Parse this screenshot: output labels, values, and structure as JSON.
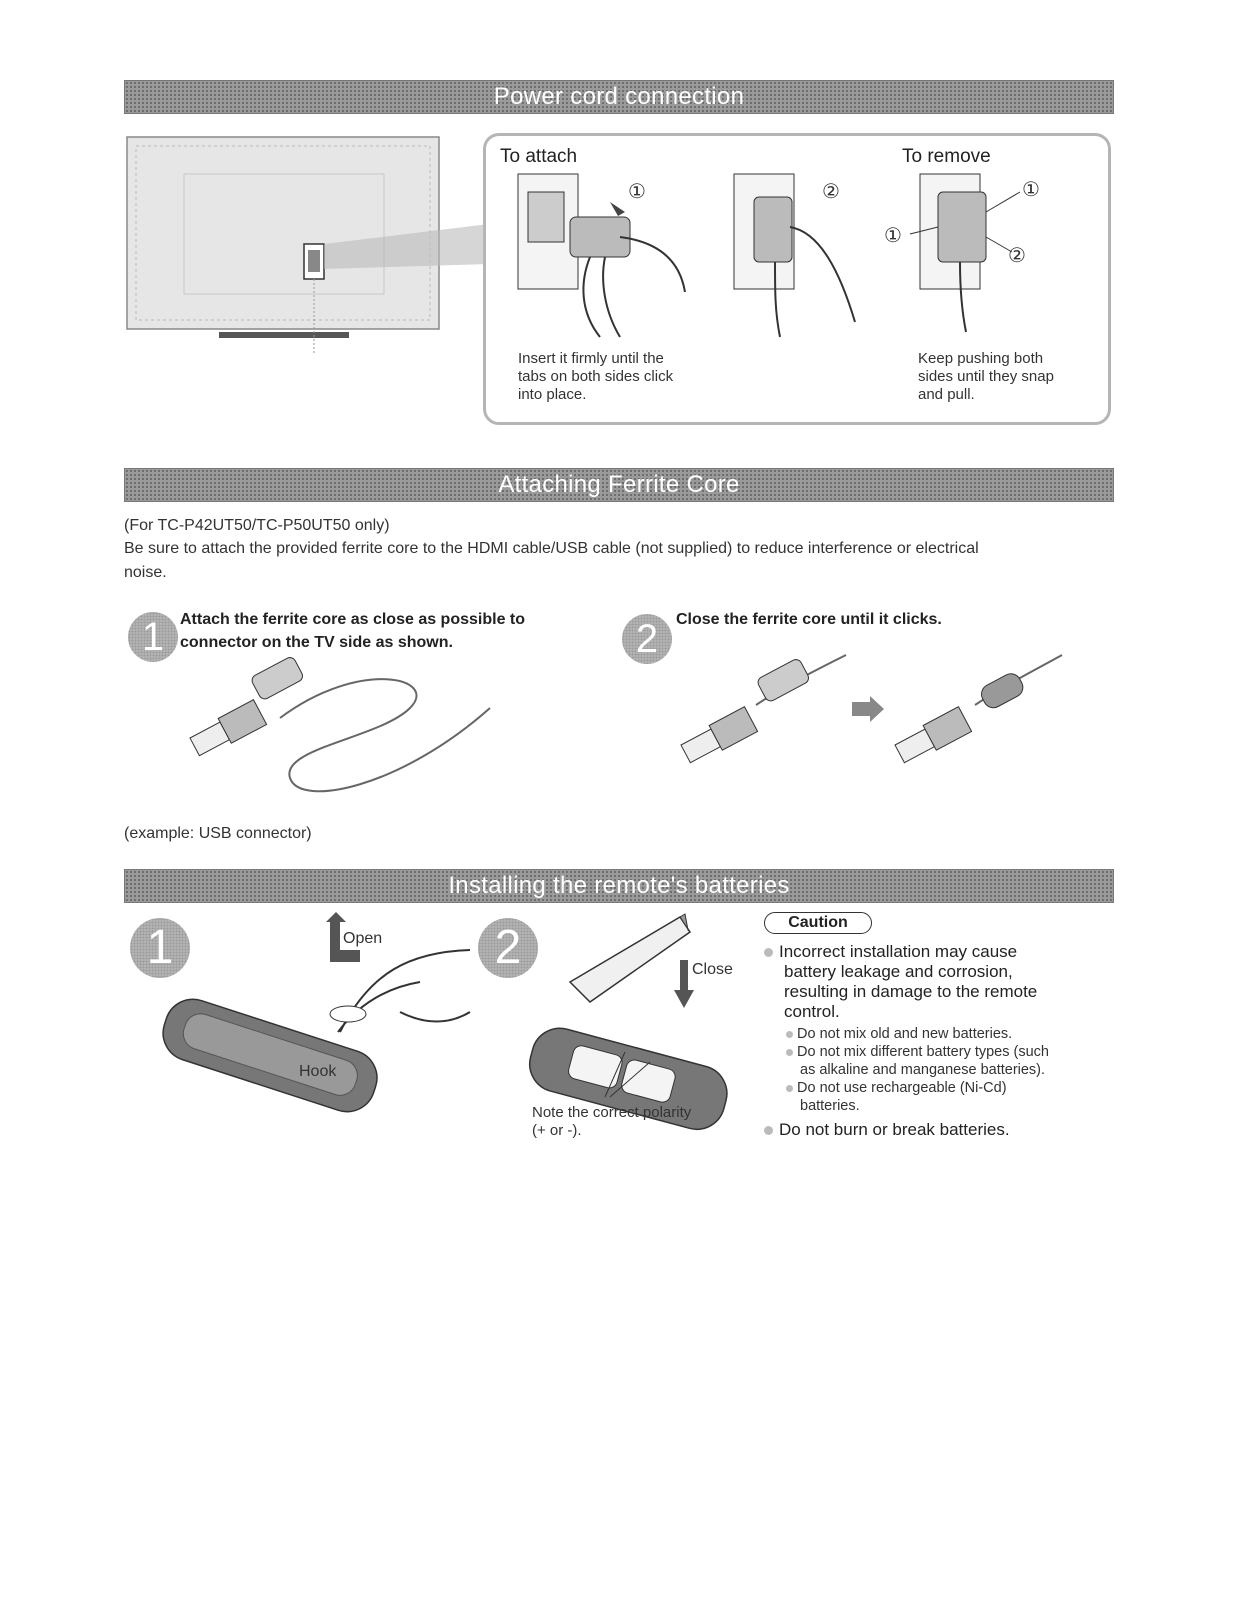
{
  "sections": {
    "power": {
      "title": "Power cord connection",
      "to_attach": "To attach",
      "to_remove": "To remove",
      "attach_note": [
        "Insert it firmly until the",
        "tabs on both sides click",
        "into place."
      ],
      "remove_note": [
        "Keep pushing both",
        "sides until they snap",
        "and pull."
      ],
      "markers": {
        "one": "①",
        "two": "②"
      }
    },
    "ferrite": {
      "title": "Attaching Ferrite Core",
      "models": "(For TC-P42UT50/TC-P50UT50 only)",
      "intro_line1": "Be sure to attach the provided ferrite core to the HDMI cable/USB cable (not supplied) to reduce interference or electrical",
      "intro_line2": "noise.",
      "step1_num": "1",
      "step1_line1": "Attach the ferrite core as close as possible to",
      "step1_line2": "connector on the TV side as shown.",
      "step2_num": "2",
      "step2_text": "Close the ferrite core until it clicks.",
      "example": "(example: USB connector)"
    },
    "batteries": {
      "title": "Installing the remote's batteries",
      "step1_num": "1",
      "step2_num": "2",
      "open_label": "Open",
      "hook_label": "Hook",
      "close_label": "Close",
      "polarity_line1": "Note the correct polarity",
      "polarity_line2": "(+ or -).",
      "caution_label": "Caution",
      "caution_main": [
        "Incorrect installation may cause",
        "battery leakage and corrosion,",
        "resulting in damage to the remote",
        "control."
      ],
      "sub_bullets": [
        [
          "Do not mix old and new batteries."
        ],
        [
          "Do not mix different battery types (such",
          "as alkaline and manganese batteries)."
        ],
        [
          "Do not use rechargeable (Ni-Cd)",
          "batteries."
        ]
      ],
      "caution_last": "Do not burn or break batteries."
    }
  }
}
